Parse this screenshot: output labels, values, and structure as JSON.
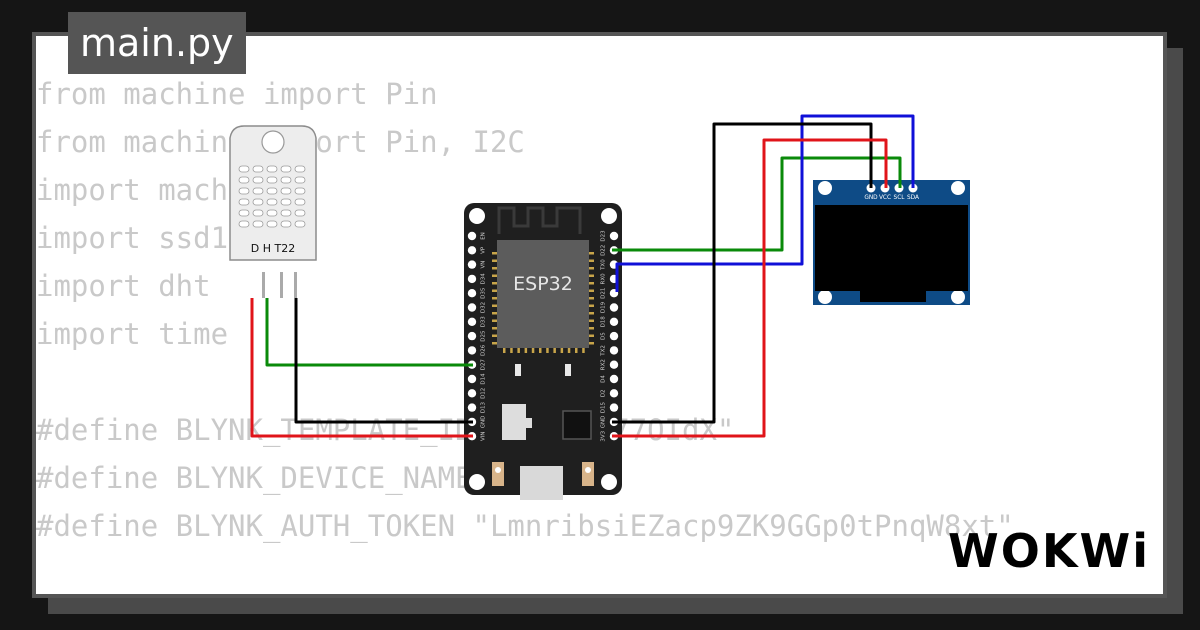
{
  "file_tab": "main.py",
  "code_lines": [
    "from machine import Pin",
    "from machine import Pin, I2C",
    "import machine",
    "import ssd1306",
    "import dht",
    "import time",
    "",
    "#define BLYNK_TEMPLATE_ID \"TMPLg877OIdX\"",
    "#define BLYNK_DEVICE_NAME \"DHT11\"",
    "#define BLYNK_AUTH_TOKEN \"LmnribsiEZacp9ZK9GGp0tPnqW8xt\""
  ],
  "dht": {
    "label": "D H T22"
  },
  "esp32": {
    "label": "ESP32",
    "left_pins": [
      "EN",
      "VP",
      "VN",
      "D34",
      "D35",
      "D32",
      "D33",
      "D25",
      "D26",
      "D27",
      "D14",
      "D12",
      "D13",
      "GND",
      "VIN"
    ],
    "right_pins": [
      "D23",
      "D22",
      "TX0",
      "RX0",
      "D21",
      "D19",
      "D18",
      "D5",
      "TX2",
      "RX2",
      "D4",
      "D2",
      "D15",
      "GND",
      "3V3"
    ]
  },
  "oled": {
    "pins": [
      "GND",
      "VCC",
      "SCL",
      "SDA"
    ]
  },
  "logo": "WOKWi",
  "wire_colors": {
    "green": "#0a8a0a",
    "black": "#000000",
    "red": "#e0141a",
    "blue": "#1010d8"
  }
}
